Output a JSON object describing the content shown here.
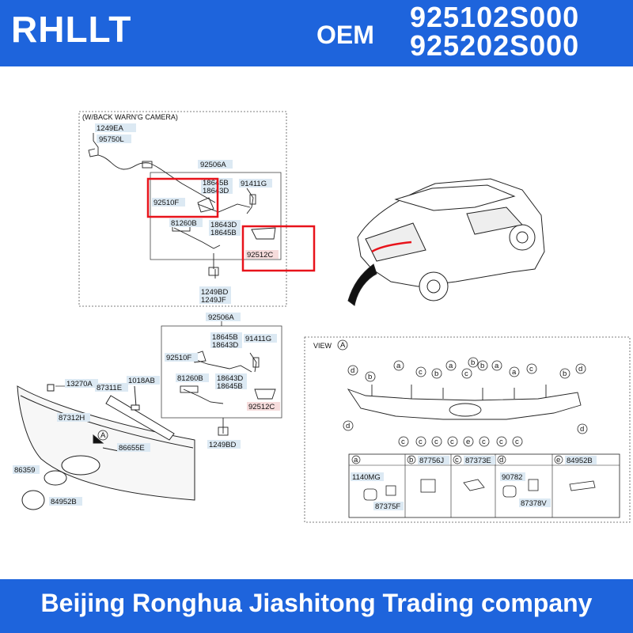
{
  "header": {
    "brand": "RHLLT",
    "oem_label": "OEM",
    "part_numbers": [
      "925102S000",
      "925202S000"
    ]
  },
  "footer": {
    "company": "Beijing Ronghua Jiashitong Trading company"
  },
  "diagram": {
    "upper_panel_title": "(W/BACK WARN'G CAMERA)",
    "upper_labels": {
      "p1249EA": "1249EA",
      "p95750L": "95750L",
      "p92506A": "92506A",
      "p18645B_a": "18645B",
      "p18643D_a": "18643D",
      "p91411G": "91411G",
      "p92510F": "92510F",
      "p81260B": "81260B",
      "p18643D_b": "18643D",
      "p18645B_b": "18645B",
      "p92512C": "92512C",
      "p1249BD": "1249BD",
      "p1249JF": "1249JF"
    },
    "lower_labels": {
      "p92506A": "92506A",
      "p18645B_a": "18645B",
      "p18643D_a": "18643D",
      "p91411G": "91411G",
      "p92510F": "92510F",
      "p81260B": "81260B",
      "p18643D_b": "18643D",
      "p18645B_b": "18645B",
      "p92512C": "92512C",
      "p1249BD": "1249BD"
    },
    "garnish_labels": {
      "p13270A": "13270A",
      "p87311E": "87311E",
      "p1018AB": "1018AB",
      "p87312H": "87312H",
      "p86655E": "86655E",
      "p86359": "86359",
      "p84952B": "84952B",
      "arrow_letter": "A"
    },
    "view": {
      "title": "VIEW",
      "letter": "A",
      "top_callouts": [
        "d",
        "b",
        "a",
        "c",
        "b",
        "a",
        "c",
        "b",
        "b",
        "a",
        "a",
        "c",
        "b",
        "d"
      ],
      "bottom_callouts": [
        "c",
        "c",
        "c",
        "c",
        "e",
        "c",
        "c",
        "c"
      ],
      "side_callouts": [
        "d",
        "d"
      ],
      "legend": [
        {
          "letter": "a",
          "parts": [
            "1140MG",
            "87375F"
          ]
        },
        {
          "letter": "b",
          "parts": [
            "87756J"
          ]
        },
        {
          "letter": "c",
          "parts": [
            "87373E"
          ]
        },
        {
          "letter": "d",
          "parts": [
            "90782",
            "87378V"
          ]
        },
        {
          "letter": "e",
          "parts": [
            "84952B"
          ]
        }
      ]
    },
    "highlight_color": "#e8131b",
    "tag_color": "#dce9f3"
  }
}
